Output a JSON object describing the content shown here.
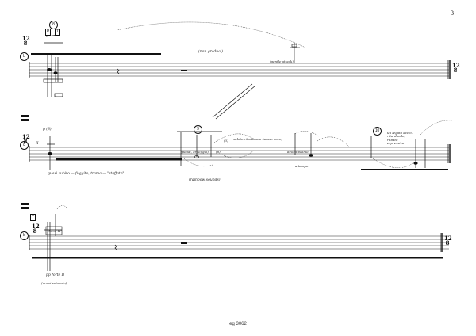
{
  "page": {
    "number": "3",
    "footer": "eg 3062"
  },
  "systems": [
    {
      "time_sig_start": [
        "12",
        "8"
      ],
      "time_sig_end": [
        "12",
        "8"
      ],
      "rehearsal": "b",
      "boxes": [
        "P",
        "T"
      ],
      "circle_top": "8",
      "annotations": [
        "(non gradual)",
        "(gentle attack)"
      ]
    },
    {
      "time_sig_start": [
        "12",
        "8"
      ],
      "time_sig_end": [
        "",
        ""
      ],
      "rehearsal": "8",
      "markings": [
        "p (8)",
        "II"
      ],
      "circles": [
        "9",
        "10"
      ],
      "annotations": [
        "quasi subito — fuggito, trama — \"staffato\"",
        "(rainbow sounds)",
        "(pedal, arpeggio)",
        "(3)",
        "(b)",
        "subito ritardando (senso poco)",
        "delicatissimo",
        "a tempo",
        "un legato accel. ritardando, rubato espressivo"
      ]
    },
    {
      "time_sig_start": [
        "12",
        "8"
      ],
      "time_sig_end": [
        "12",
        "8"
      ],
      "rehearsal": "b",
      "boxes": [
        "T"
      ],
      "cluster_label": "(loco) IV",
      "annotations": [
        "pp forte II",
        "(quasi rubando)"
      ]
    }
  ]
}
